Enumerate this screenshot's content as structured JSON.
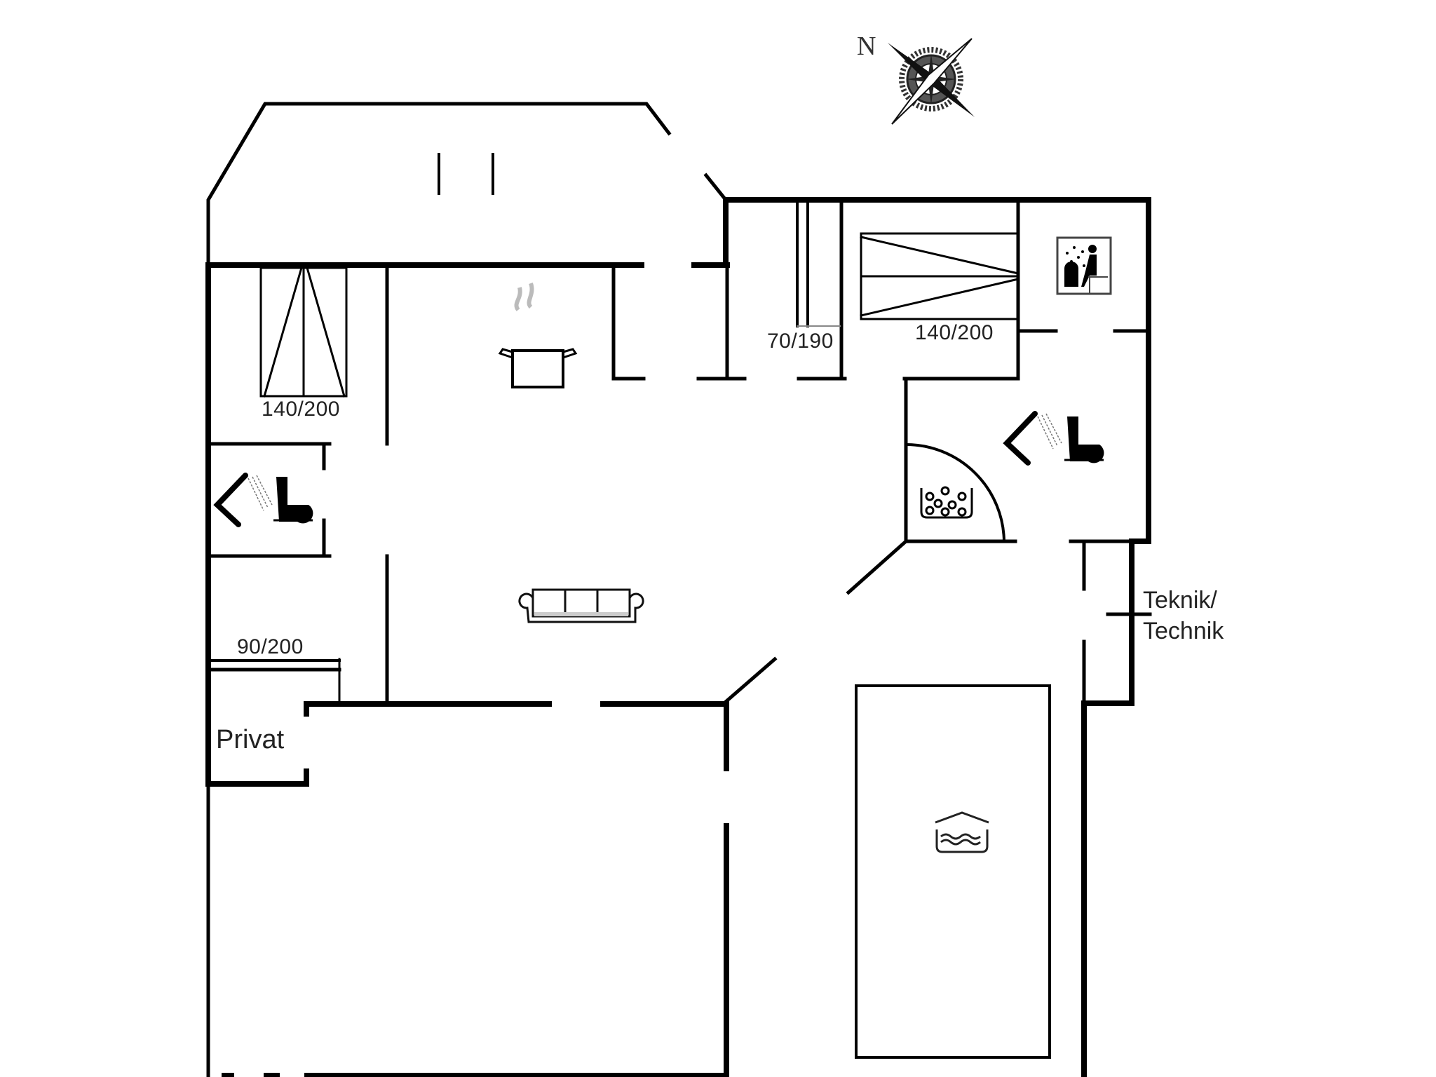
{
  "plan": {
    "type": "floor-plan",
    "compass": {
      "north_label": "N"
    },
    "rooms": [
      {
        "id": "bedroom-1",
        "bed_size": "140/200"
      },
      {
        "id": "bedroom-2",
        "bed_size": "70/190"
      },
      {
        "id": "bedroom-3",
        "bed_size": "140/200"
      },
      {
        "id": "bedroom-4",
        "bed_size": "90/200"
      },
      {
        "id": "private-room",
        "label": "Privat"
      },
      {
        "id": "technical-room",
        "label_line1": "Teknik/",
        "label_line2": "Technik"
      },
      {
        "id": "kitchen",
        "icon": "cooking-pot-icon"
      },
      {
        "id": "living-room",
        "icon": "sofa-icon"
      },
      {
        "id": "bathroom-1",
        "icons": [
          "shower-icon",
          "toilet-icon"
        ]
      },
      {
        "id": "bathroom-2",
        "icons": [
          "shower-icon",
          "toilet-icon",
          "spa-bath-icon"
        ]
      },
      {
        "id": "sauna",
        "icon": "sauna-icon"
      },
      {
        "id": "indoor-pool",
        "icon": "indoor-pool-icon"
      },
      {
        "id": "terrace-north"
      },
      {
        "id": "terrace-south"
      }
    ]
  },
  "colors": {
    "wall": "#000000",
    "background": "#ffffff",
    "text": "#222222",
    "steam": "#bdbdbd"
  }
}
